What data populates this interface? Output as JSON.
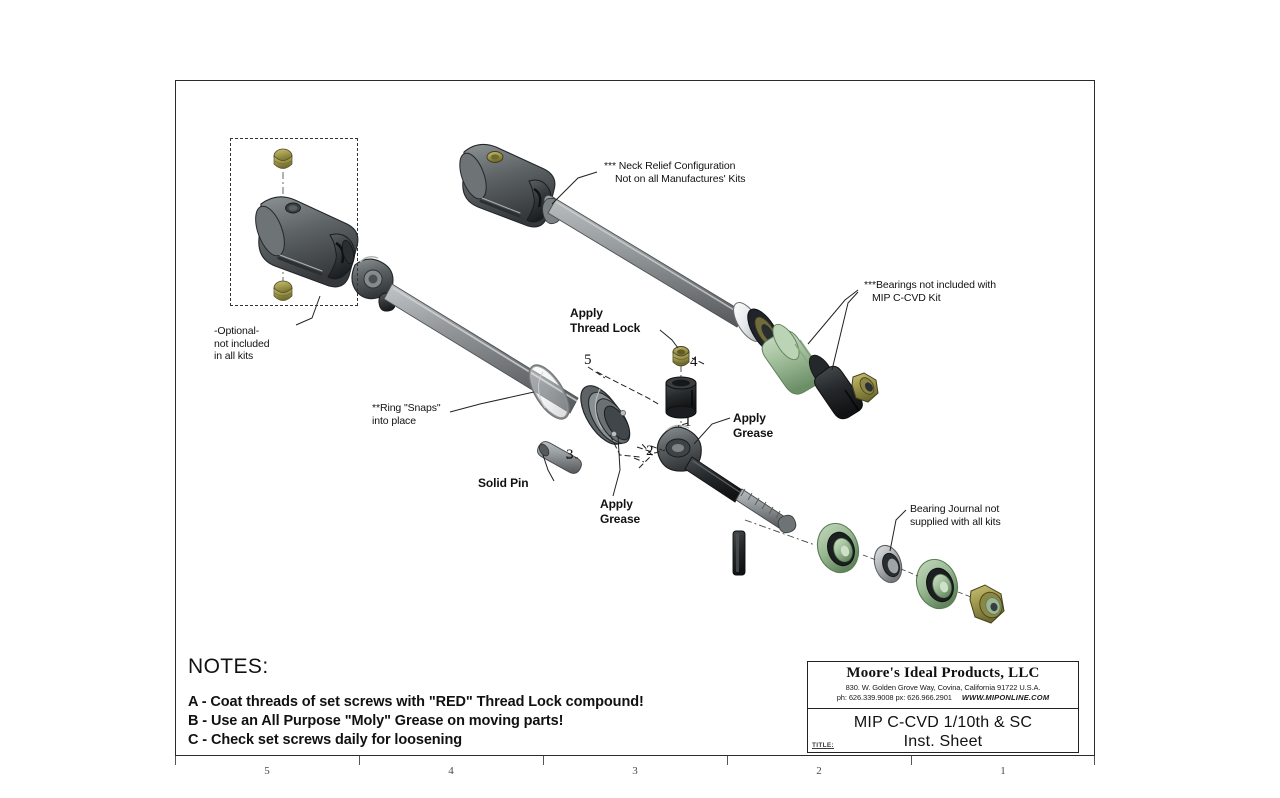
{
  "document": {
    "kind": "technical-instruction-sheet",
    "sheet_background": "#ffffff",
    "frame_color": "#2b2b2b"
  },
  "notes": {
    "heading": "NOTES:",
    "items": [
      {
        "id": "A",
        "prefix": "A - Coat threads of set screws with ",
        "quoted": "\"RED\"",
        "suffix": " Thread Lock compound!"
      },
      {
        "id": "B",
        "text": "B - Use an All Purpose \"Moly\" Grease on moving parts!"
      },
      {
        "id": "C",
        "text": "C - Check set screws daily for loosening"
      }
    ],
    "line_b": "B - Use an All Purpose \"Moly\" Grease on moving parts!",
    "line_c": "C - Check set screws daily for loosening"
  },
  "title_block": {
    "company": "Moore's Ideal Products, LLC",
    "address": "830. W. Golden Grove Way, Covina, California 91722 U.S.A.",
    "phone": "ph: 626.339.9008  px: 626.966.2901",
    "website": "WWW.MIPONLINE.COM",
    "title_line1": "MIP C-CVD 1/10th & SC",
    "title_line2": "Inst. Sheet",
    "field_label": "TITLE:"
  },
  "zone_ruler": {
    "labels": [
      "5",
      "4",
      "3",
      "2",
      "1"
    ]
  },
  "annotations": [
    {
      "name": "neck-relief-note",
      "line1": "*** Neck Relief Configuration",
      "line2": "Not on all Manufactures' Kits"
    },
    {
      "name": "bearings-not-included-note",
      "line1": "***Bearings not included with",
      "line2": "MIP C-CVD Kit"
    },
    {
      "name": "optional-note",
      "line1": "-Optional-",
      "line2": "not included",
      "line3": "in all kits"
    },
    {
      "name": "ring-snaps-note",
      "line1": "**Ring \"Snaps\"",
      "line2": "into place"
    },
    {
      "name": "apply-thread-lock-note",
      "line1": "Apply",
      "line2": "Thread Lock"
    },
    {
      "name": "apply-grease-note-upper",
      "line1": "Apply",
      "line2": "Grease"
    },
    {
      "name": "apply-grease-note-lower",
      "line1": "Apply",
      "line2": "Grease"
    },
    {
      "name": "solid-pin-label",
      "line1": "Solid Pin"
    },
    {
      "name": "bearing-journal-note",
      "line1": "Bearing Journal not",
      "line2": "supplied with all kits"
    }
  ],
  "labels": {
    "neck_relief_l1": "*** Neck Relief Configuration",
    "neck_relief_l2": "Not on all Manufactures' Kits",
    "bearings_l1": "***Bearings not included with",
    "bearings_l2": "MIP C-CVD Kit",
    "optional_l1": "-Optional-",
    "optional_l2": "not included",
    "optional_l3": "in all kits",
    "ring_l1": "**Ring \"Snaps\"",
    "ring_l2": "into place",
    "threadlock_l1": "Apply",
    "threadlock_l2": "Thread Lock",
    "grease_upper_l1": "Apply",
    "grease_upper_l2": "Grease",
    "grease_lower_l1": "Apply",
    "grease_lower_l2": "Grease",
    "solid_pin": "Solid Pin",
    "journal_l1": "Bearing Journal not",
    "journal_l2": "supplied with all kits"
  },
  "callouts": {
    "one": "1",
    "two": "2",
    "three": "3",
    "four": "4",
    "five": "5"
  },
  "palette": {
    "steel_dark": "#3a3d40",
    "steel_mid": "#6b6f72",
    "steel_light": "#9aa0a3",
    "shaft_gray": "#8e9193",
    "bearing_green": "#a9c5a4",
    "bearing_green_dark": "#7da077",
    "brass_gold": "#a09a4e",
    "black_part": "#1d1f20",
    "line_color": "#111111",
    "white": "#ffffff"
  }
}
